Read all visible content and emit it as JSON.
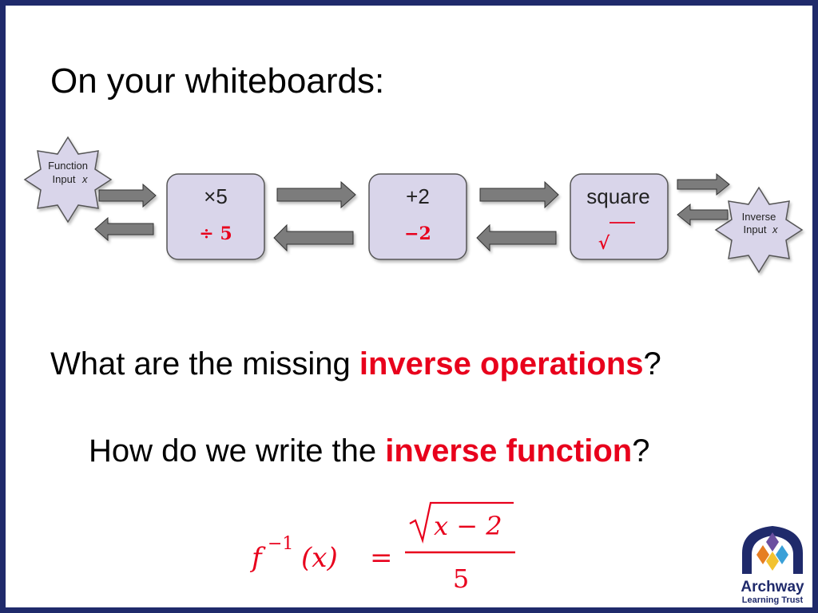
{
  "slide": {
    "title": "On your whiteboards:",
    "question1": {
      "before": "What are the missing ",
      "highlight": "inverse operations",
      "after": "?"
    },
    "question2": {
      "before": "How do we write the ",
      "highlight": "inverse function",
      "after": "?"
    }
  },
  "diagram": {
    "input_star": {
      "line1": "Function",
      "line2": "Input ",
      "var": "x"
    },
    "output_star": {
      "line1": "Inverse",
      "line2": "Input ",
      "var": "x"
    },
    "boxes": [
      {
        "operation": "×5",
        "inverse": "÷ 5"
      },
      {
        "operation": "+2",
        "inverse": "−2"
      },
      {
        "operation": "square",
        "inverse": "√"
      }
    ]
  },
  "formula": {
    "lhs": "f",
    "exponent": "−1",
    "arg": "(x)",
    "equals": "=",
    "numerator": "x − 2",
    "denominator": "5"
  },
  "logo": {
    "name": "Archway",
    "subtitle": "Learning Trust"
  },
  "colors": {
    "border": "#1f2a6b",
    "accent": "#e8001c",
    "box_fill": "#d9d5ea",
    "arrow_fill": "#7b7b7b"
  }
}
